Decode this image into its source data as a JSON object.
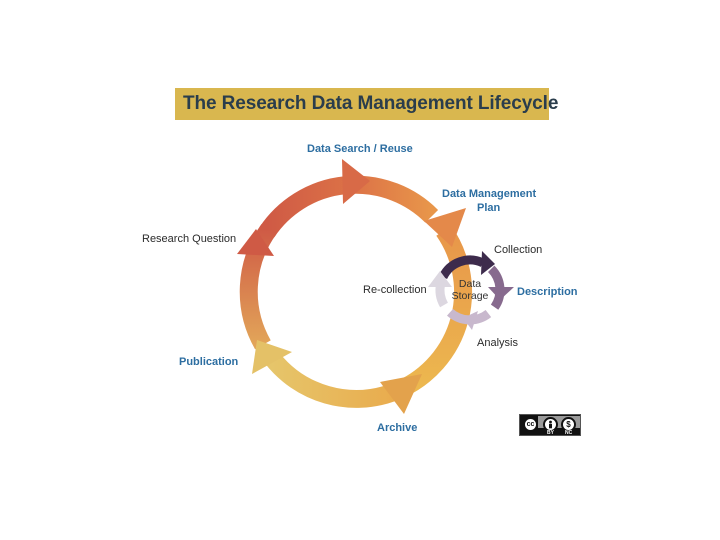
{
  "title": "The Research Data Management Lifecycle",
  "outer_cycle": {
    "labels": {
      "data_search_reuse": "Data Search / Reuse",
      "dmp_line1": "Data Management",
      "dmp_line2": "Plan",
      "research_question": "Research Question",
      "publication": "Publication",
      "archive": "Archive"
    }
  },
  "inner_cycle": {
    "center_line1": "Data",
    "center_line2": "Storage",
    "labels": {
      "collection": "Collection",
      "description": "Description",
      "analysis": "Analysis",
      "recollection": "Re-collection"
    }
  },
  "license": {
    "cc_text": "cc",
    "by_label": "BY",
    "nc_label": "NC"
  },
  "colors": {
    "title_bg": "#d9b74f",
    "title_text": "#2a3d4c",
    "outer_red": "#cf5a45",
    "outer_orange": "#e4894a",
    "outer_gold": "#ecb84f",
    "outer_yellow": "#e6c76a",
    "inner_dark": "#3d2b4c",
    "inner_mauve": "#876a8e",
    "inner_light": "#c8b8cd",
    "inner_pale": "#dcd7e0",
    "blue_label": "#2d6ea1"
  }
}
